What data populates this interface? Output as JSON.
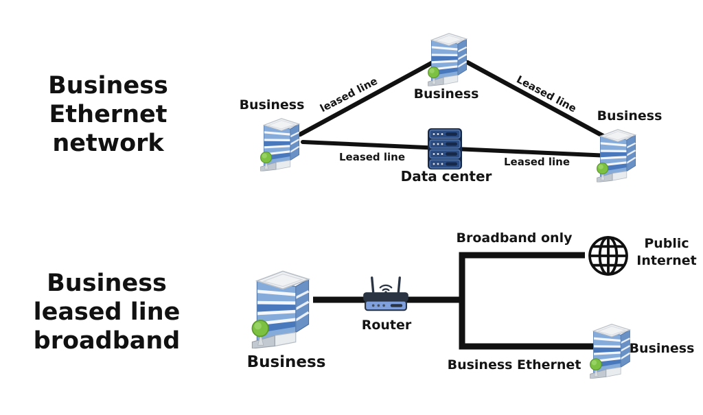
{
  "colors": {
    "background": "#ffffff",
    "connector_line": "#111111",
    "label_text": "#141414",
    "building_glass_blue": "#85abdb",
    "building_side_blue": "#6a91c6",
    "building_deep_blue": "#4a78bd",
    "building_roof_gray": "#f1f2f4",
    "tree_green": "#7dc142",
    "server_navy": "#16294a",
    "server_unit_blue": "#2c4d83",
    "router_dark": "#2a3442",
    "router_body_blue": "#7fa0dd",
    "globe_black": "#101010"
  },
  "icons": {
    "building": "office-building-icon",
    "datacenter": "server-rack-icon",
    "router": "wifi-router-icon",
    "internet": "globe-icon"
  },
  "sections": {
    "ethernet": {
      "title": "Business Ethernet network",
      "nodes": {
        "left": "Business",
        "top": "Business",
        "right": "Business",
        "datacenter": "Data center"
      },
      "links": {
        "left_diagonal": "leased line",
        "right_diagonal": "Leased line",
        "left_horizontal": "Leased line",
        "right_horizontal": "Leased line"
      }
    },
    "broadband": {
      "title": "Business leased line broadband",
      "nodes": {
        "headquarters": "Business",
        "router": "Router",
        "internet": "Public Internet",
        "remote": "Business"
      },
      "links": {
        "internet": "Broadband only",
        "ethernet": "Business Ethernet"
      }
    }
  }
}
